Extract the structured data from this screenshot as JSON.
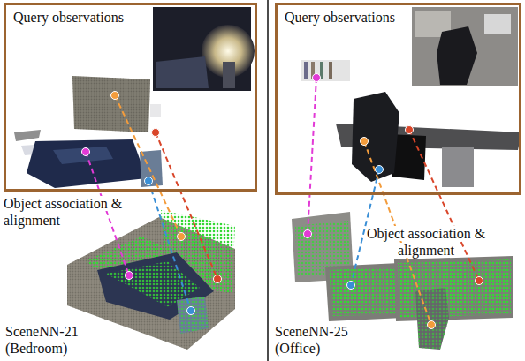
{
  "diagram": {
    "nodes": [
      {
        "text": [
          "Query observations"
        ]
      },
      {
        "text": [
          "Query observations"
        ]
      }
    ],
    "labels": [
      "Object association & alignment",
      "SceneNN-21 (Bedroom)",
      "Object association & alignment",
      "SceneNN-25 (Office)"
    ]
  }
}
